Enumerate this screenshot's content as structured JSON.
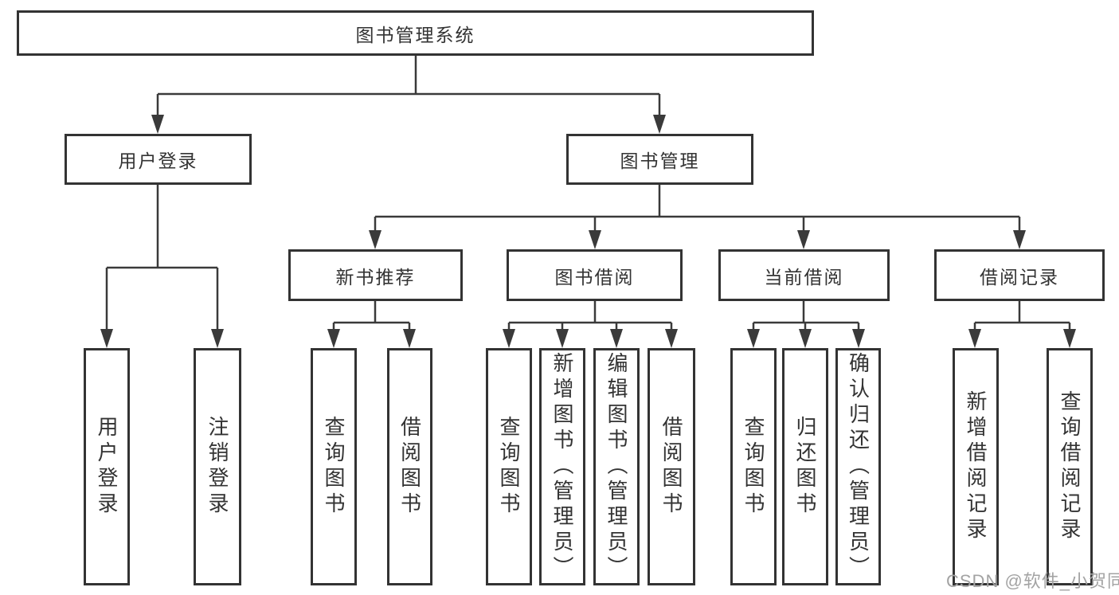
{
  "tree": {
    "label": "图书管理系统",
    "children": [
      {
        "label": "用户登录",
        "children": [
          {
            "label": "用户登录"
          },
          {
            "label": "注销登录"
          }
        ]
      },
      {
        "label": "图书管理",
        "children": [
          {
            "label": "新书推荐",
            "children": [
              {
                "label": "查询图书"
              },
              {
                "label": "借阅图书"
              }
            ]
          },
          {
            "label": "图书借阅",
            "children": [
              {
                "label": "查询图书"
              },
              {
                "label": "新增图书（管理员）"
              },
              {
                "label": "编辑图书（管理员）"
              },
              {
                "label": "借阅图书"
              }
            ]
          },
          {
            "label": "当前借阅",
            "children": [
              {
                "label": "查询图书"
              },
              {
                "label": "归还图书"
              },
              {
                "label": "确认归还（管理员）"
              }
            ]
          },
          {
            "label": "借阅记录",
            "children": [
              {
                "label": "新增借阅记录"
              },
              {
                "label": "查询借阅记录"
              }
            ]
          }
        ]
      }
    ]
  },
  "watermark": "CSDN @软件_小贺同学",
  "colors": {
    "line": "#3a3a3a",
    "text": "#333333",
    "watermark": "#a3a3a3",
    "background": "#ffffff"
  }
}
